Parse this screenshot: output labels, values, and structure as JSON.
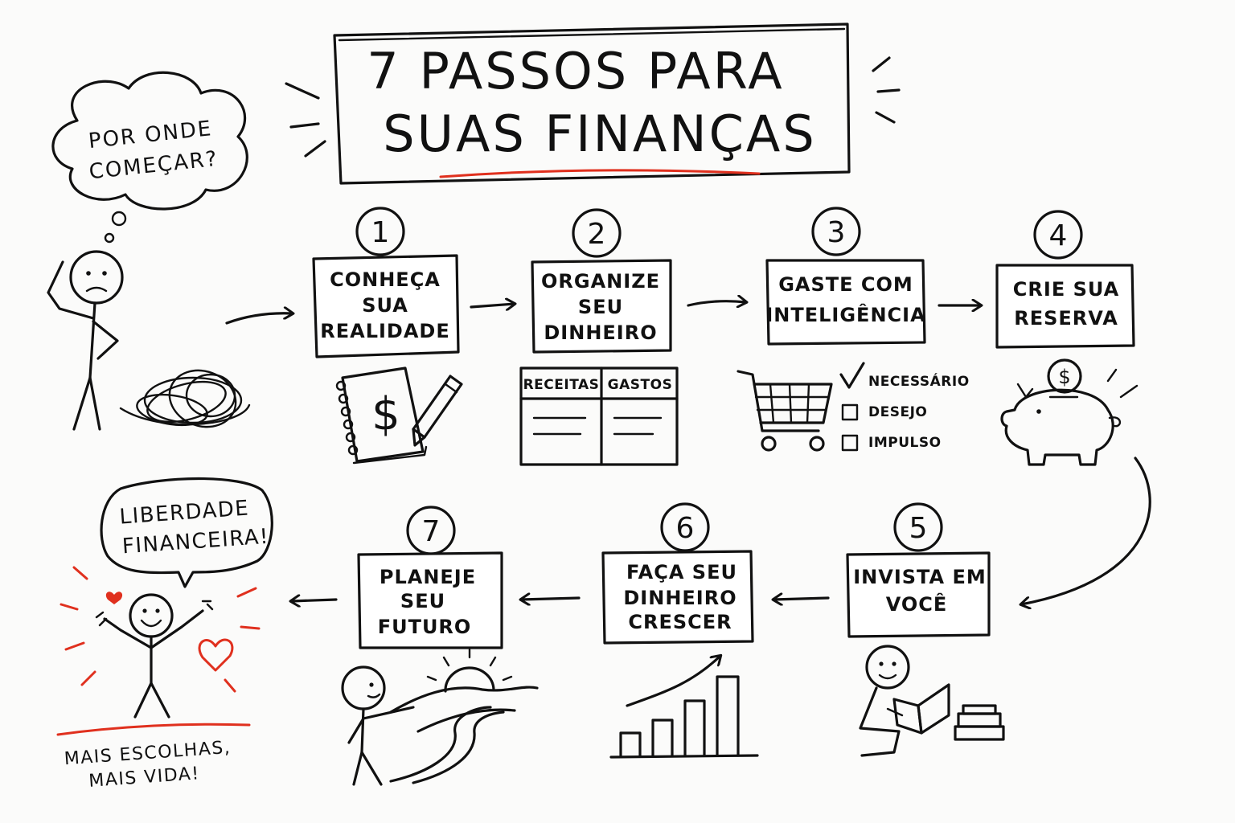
{
  "title": {
    "line1": "7 PASSOS PARA",
    "line2": "SUAS FINANÇAS"
  },
  "thought_bubble": {
    "line1": "POR ONDE",
    "line2": "COMEÇAR?"
  },
  "speech_bubble": {
    "line1": "LIBERDADE",
    "line2": "FINANCEIRA!"
  },
  "tagline": {
    "line1": "MAIS ESCOLHAS,",
    "line2": "MAIS VIDA!"
  },
  "steps": [
    {
      "number": "1",
      "lines": [
        "CONHEÇA",
        "SUA",
        "REALIDADE"
      ]
    },
    {
      "number": "2",
      "lines": [
        "ORGANIZE",
        "SEU",
        "DINHEIRO"
      ]
    },
    {
      "number": "3",
      "lines": [
        "GASTE COM",
        "INTELIGÊNCIA"
      ]
    },
    {
      "number": "4",
      "lines": [
        "CRIE SUA",
        "RESERVA"
      ]
    },
    {
      "number": "5",
      "lines": [
        "INVISTA EM",
        "VOCÊ"
      ]
    },
    {
      "number": "6",
      "lines": [
        "FAÇA SEU",
        "DINHEIRO",
        "CRESCER"
      ]
    },
    {
      "number": "7",
      "lines": [
        "PLANEJE",
        "SEU",
        "FUTURO"
      ]
    }
  ],
  "ledger": {
    "col1": "RECEITAS",
    "col2": "GASTOS"
  },
  "checklist": [
    {
      "label": "NECESSÁRIO",
      "checked": true
    },
    {
      "label": "DESEJO",
      "checked": false
    },
    {
      "label": "IMPULSO",
      "checked": false
    }
  ],
  "symbols": {
    "notebook_currency": "$",
    "coin_currency": "$"
  },
  "colors": {
    "ink": "#111111",
    "accent": "#e0301e",
    "background": "#fbfbfa"
  }
}
